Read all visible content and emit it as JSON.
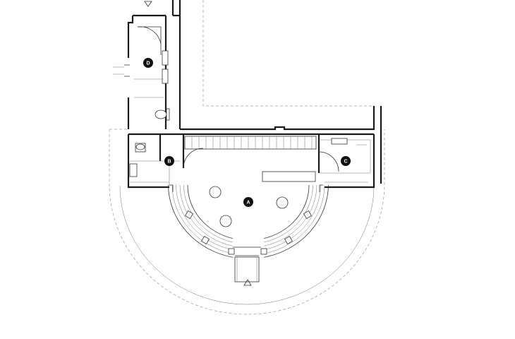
{
  "rooms": [
    {
      "id": "A",
      "label": "A"
    },
    {
      "id": "B",
      "label": "B"
    },
    {
      "id": "C",
      "label": "C"
    },
    {
      "id": "D",
      "label": "D"
    }
  ],
  "entrances": [
    {
      "id": "top-entry",
      "direction": "down"
    },
    {
      "id": "bottom-entry",
      "direction": "up"
    }
  ],
  "colors": {
    "walls": "#1a1a1a",
    "lines": "#333333",
    "dashed": "#9a9a9a",
    "marker": "#111111",
    "marker_text": "#ffffff",
    "background": "#ffffff"
  }
}
